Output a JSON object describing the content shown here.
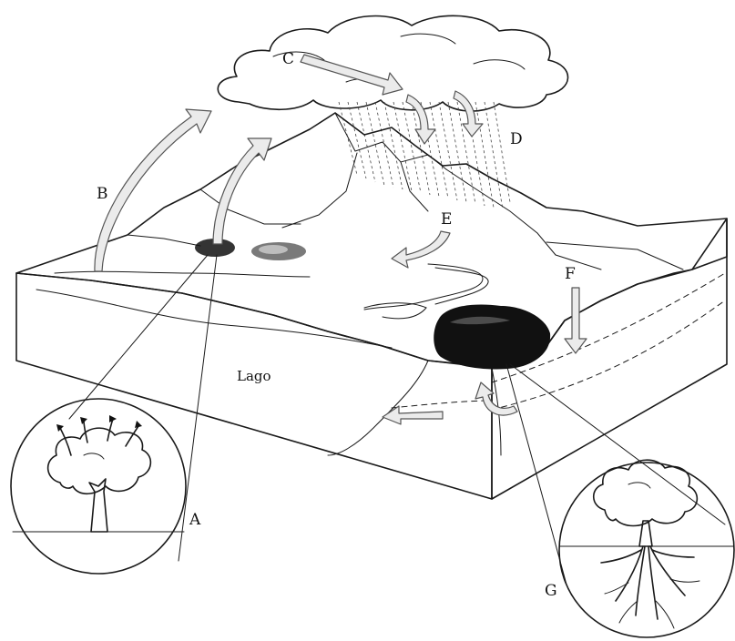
{
  "labels": {
    "A": "A",
    "B": "B",
    "C": "C",
    "D": "D",
    "E": "E",
    "F": "F",
    "G": "G",
    "lake": "Lago"
  }
}
